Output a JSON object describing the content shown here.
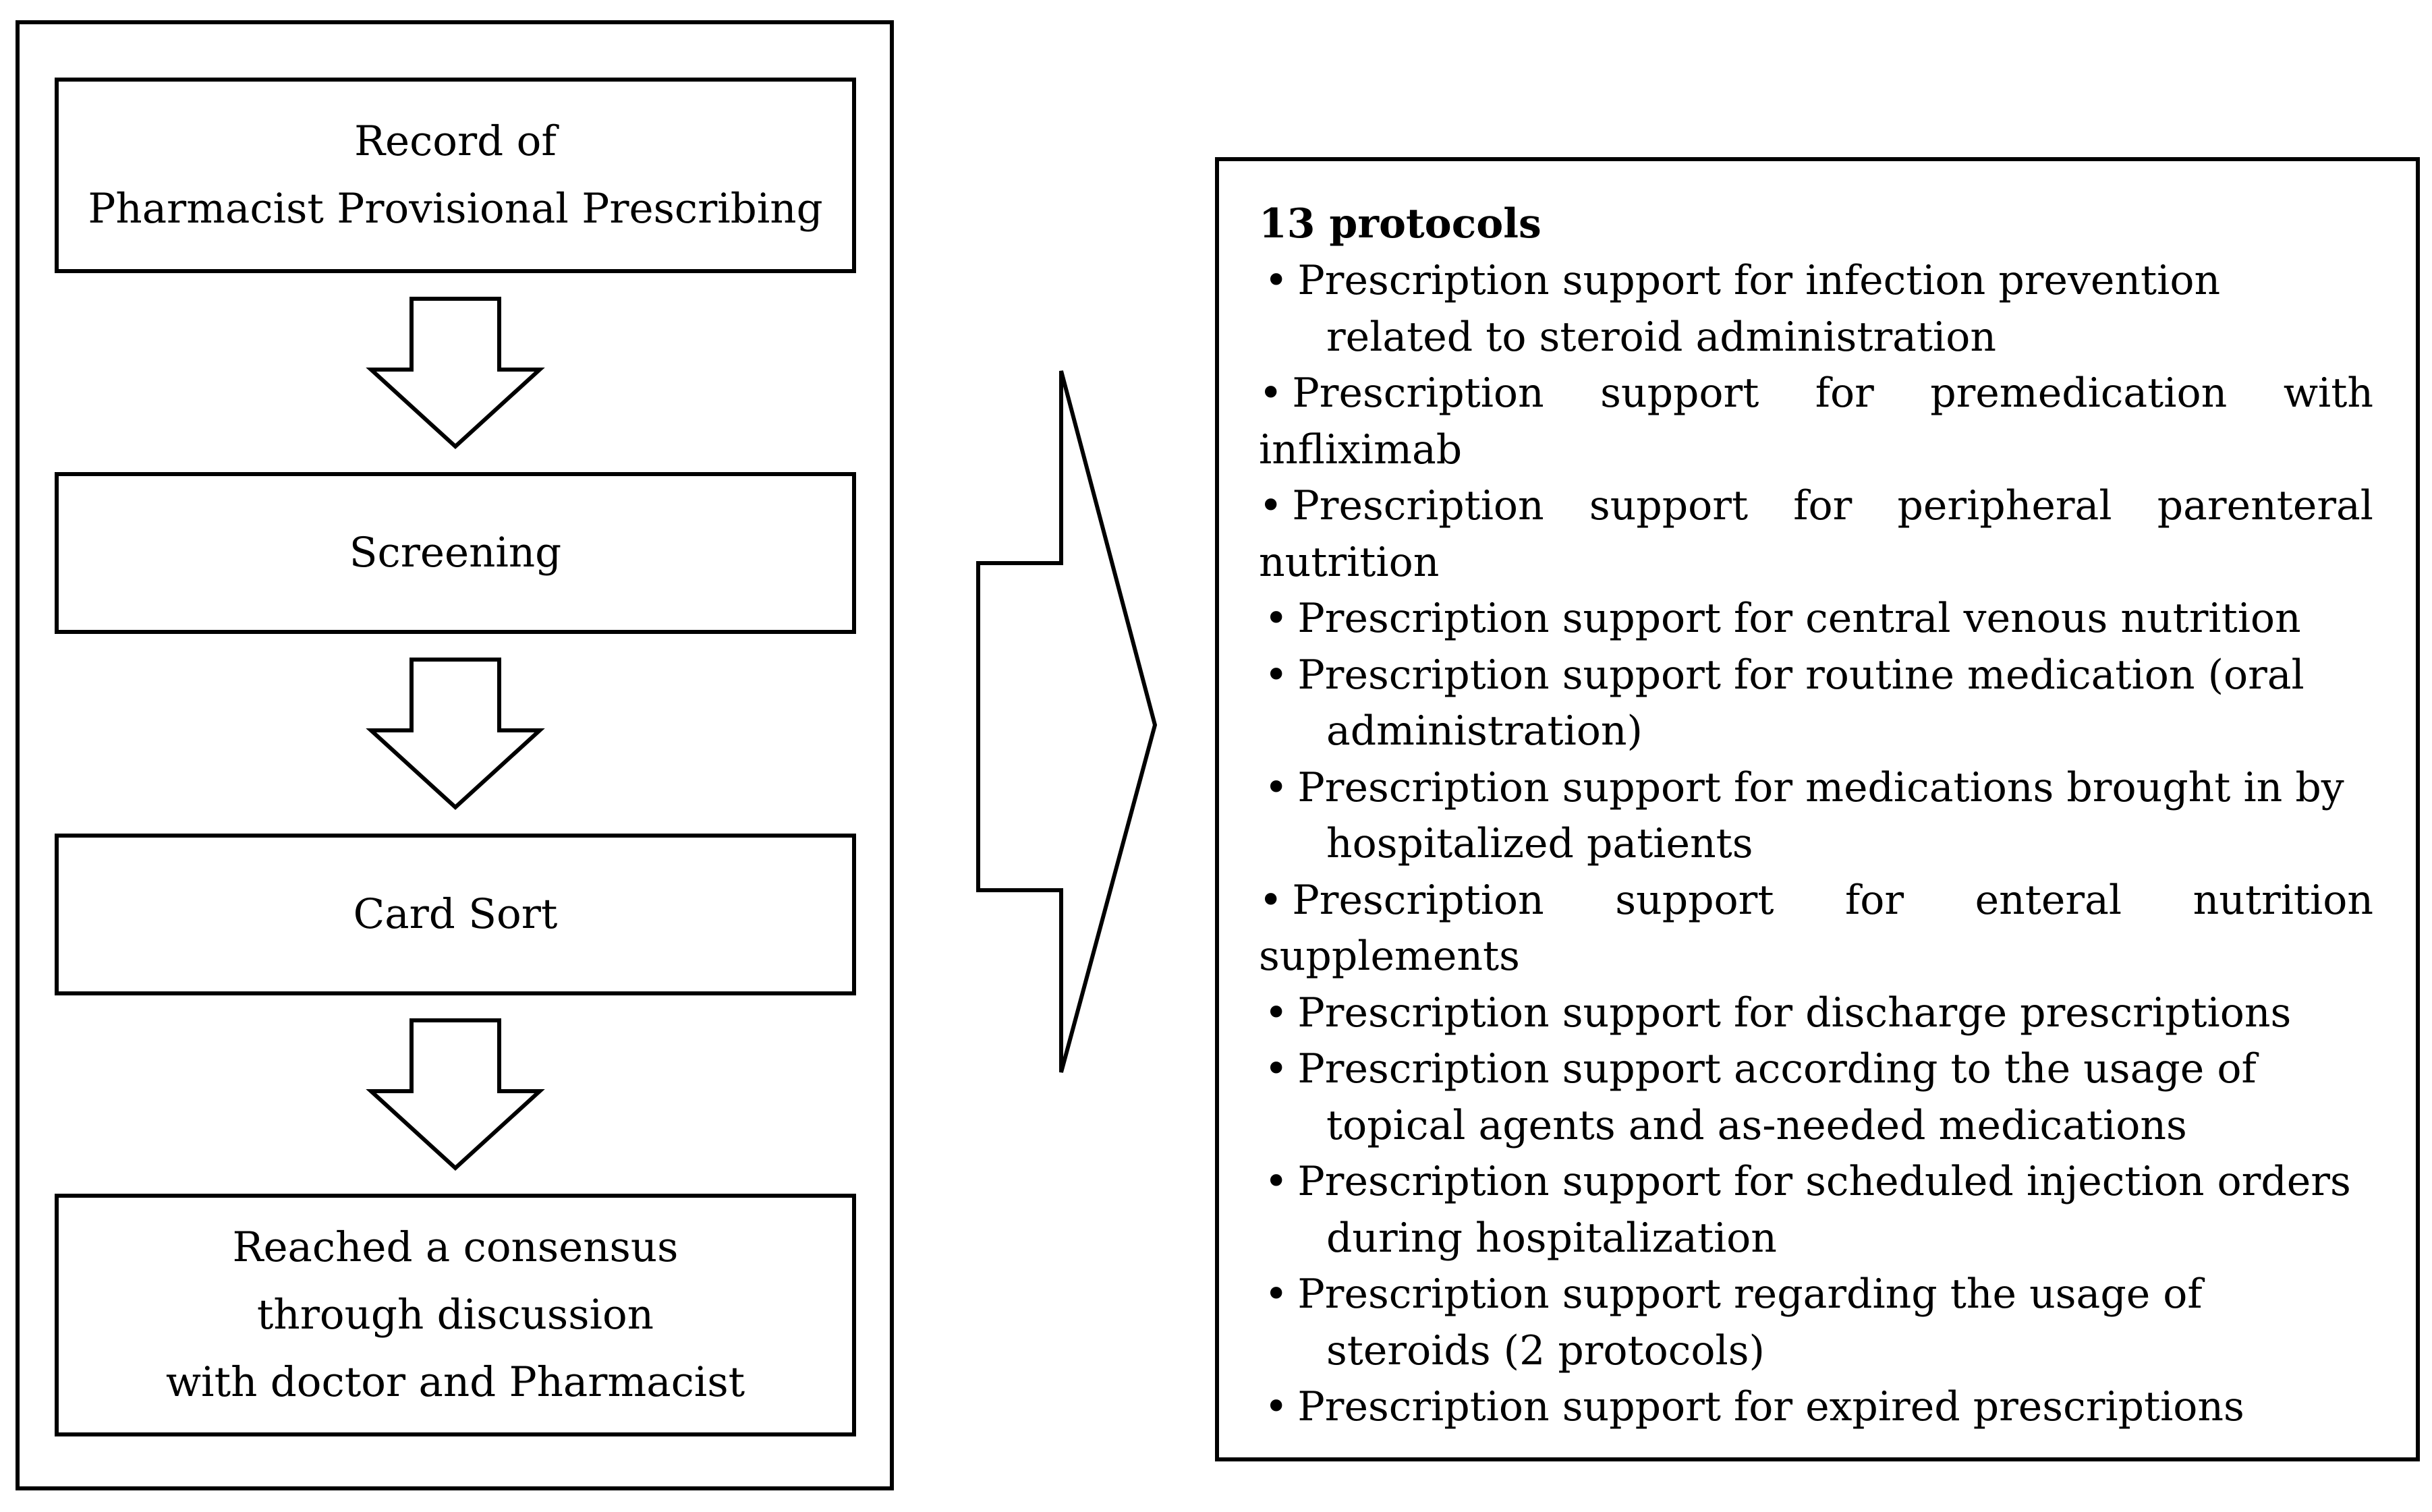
{
  "flow": {
    "step1": [
      "Record of",
      "Pharmacist Provisional Prescribing"
    ],
    "step2": "Screening",
    "step3": "Card Sort",
    "step4": [
      "Reached a consensus",
      "through discussion",
      "with doctor and Pharmacist"
    ]
  },
  "protocols": {
    "title": "13 protocols",
    "bullet": "•",
    "items": [
      "Prescription support for infection prevention related to steroid administration",
      "Prescription support for premedication with infliximab",
      "Prescription support for peripheral parenteral nutrition",
      "Prescription support for central venous nutrition",
      "Prescription support for routine medication (oral administration)",
      "Prescription support for medications brought in by hospitalized patients",
      "Prescription support for enteral nutrition supplements",
      "Prescription support for discharge prescriptions",
      "Prescription support according to the usage of topical agents and as-needed medications",
      "Prescription support for scheduled injection orders during hospitalization",
      "Prescription support regarding the usage of steroids (2 protocols)",
      "Prescription support for expired prescriptions"
    ]
  }
}
